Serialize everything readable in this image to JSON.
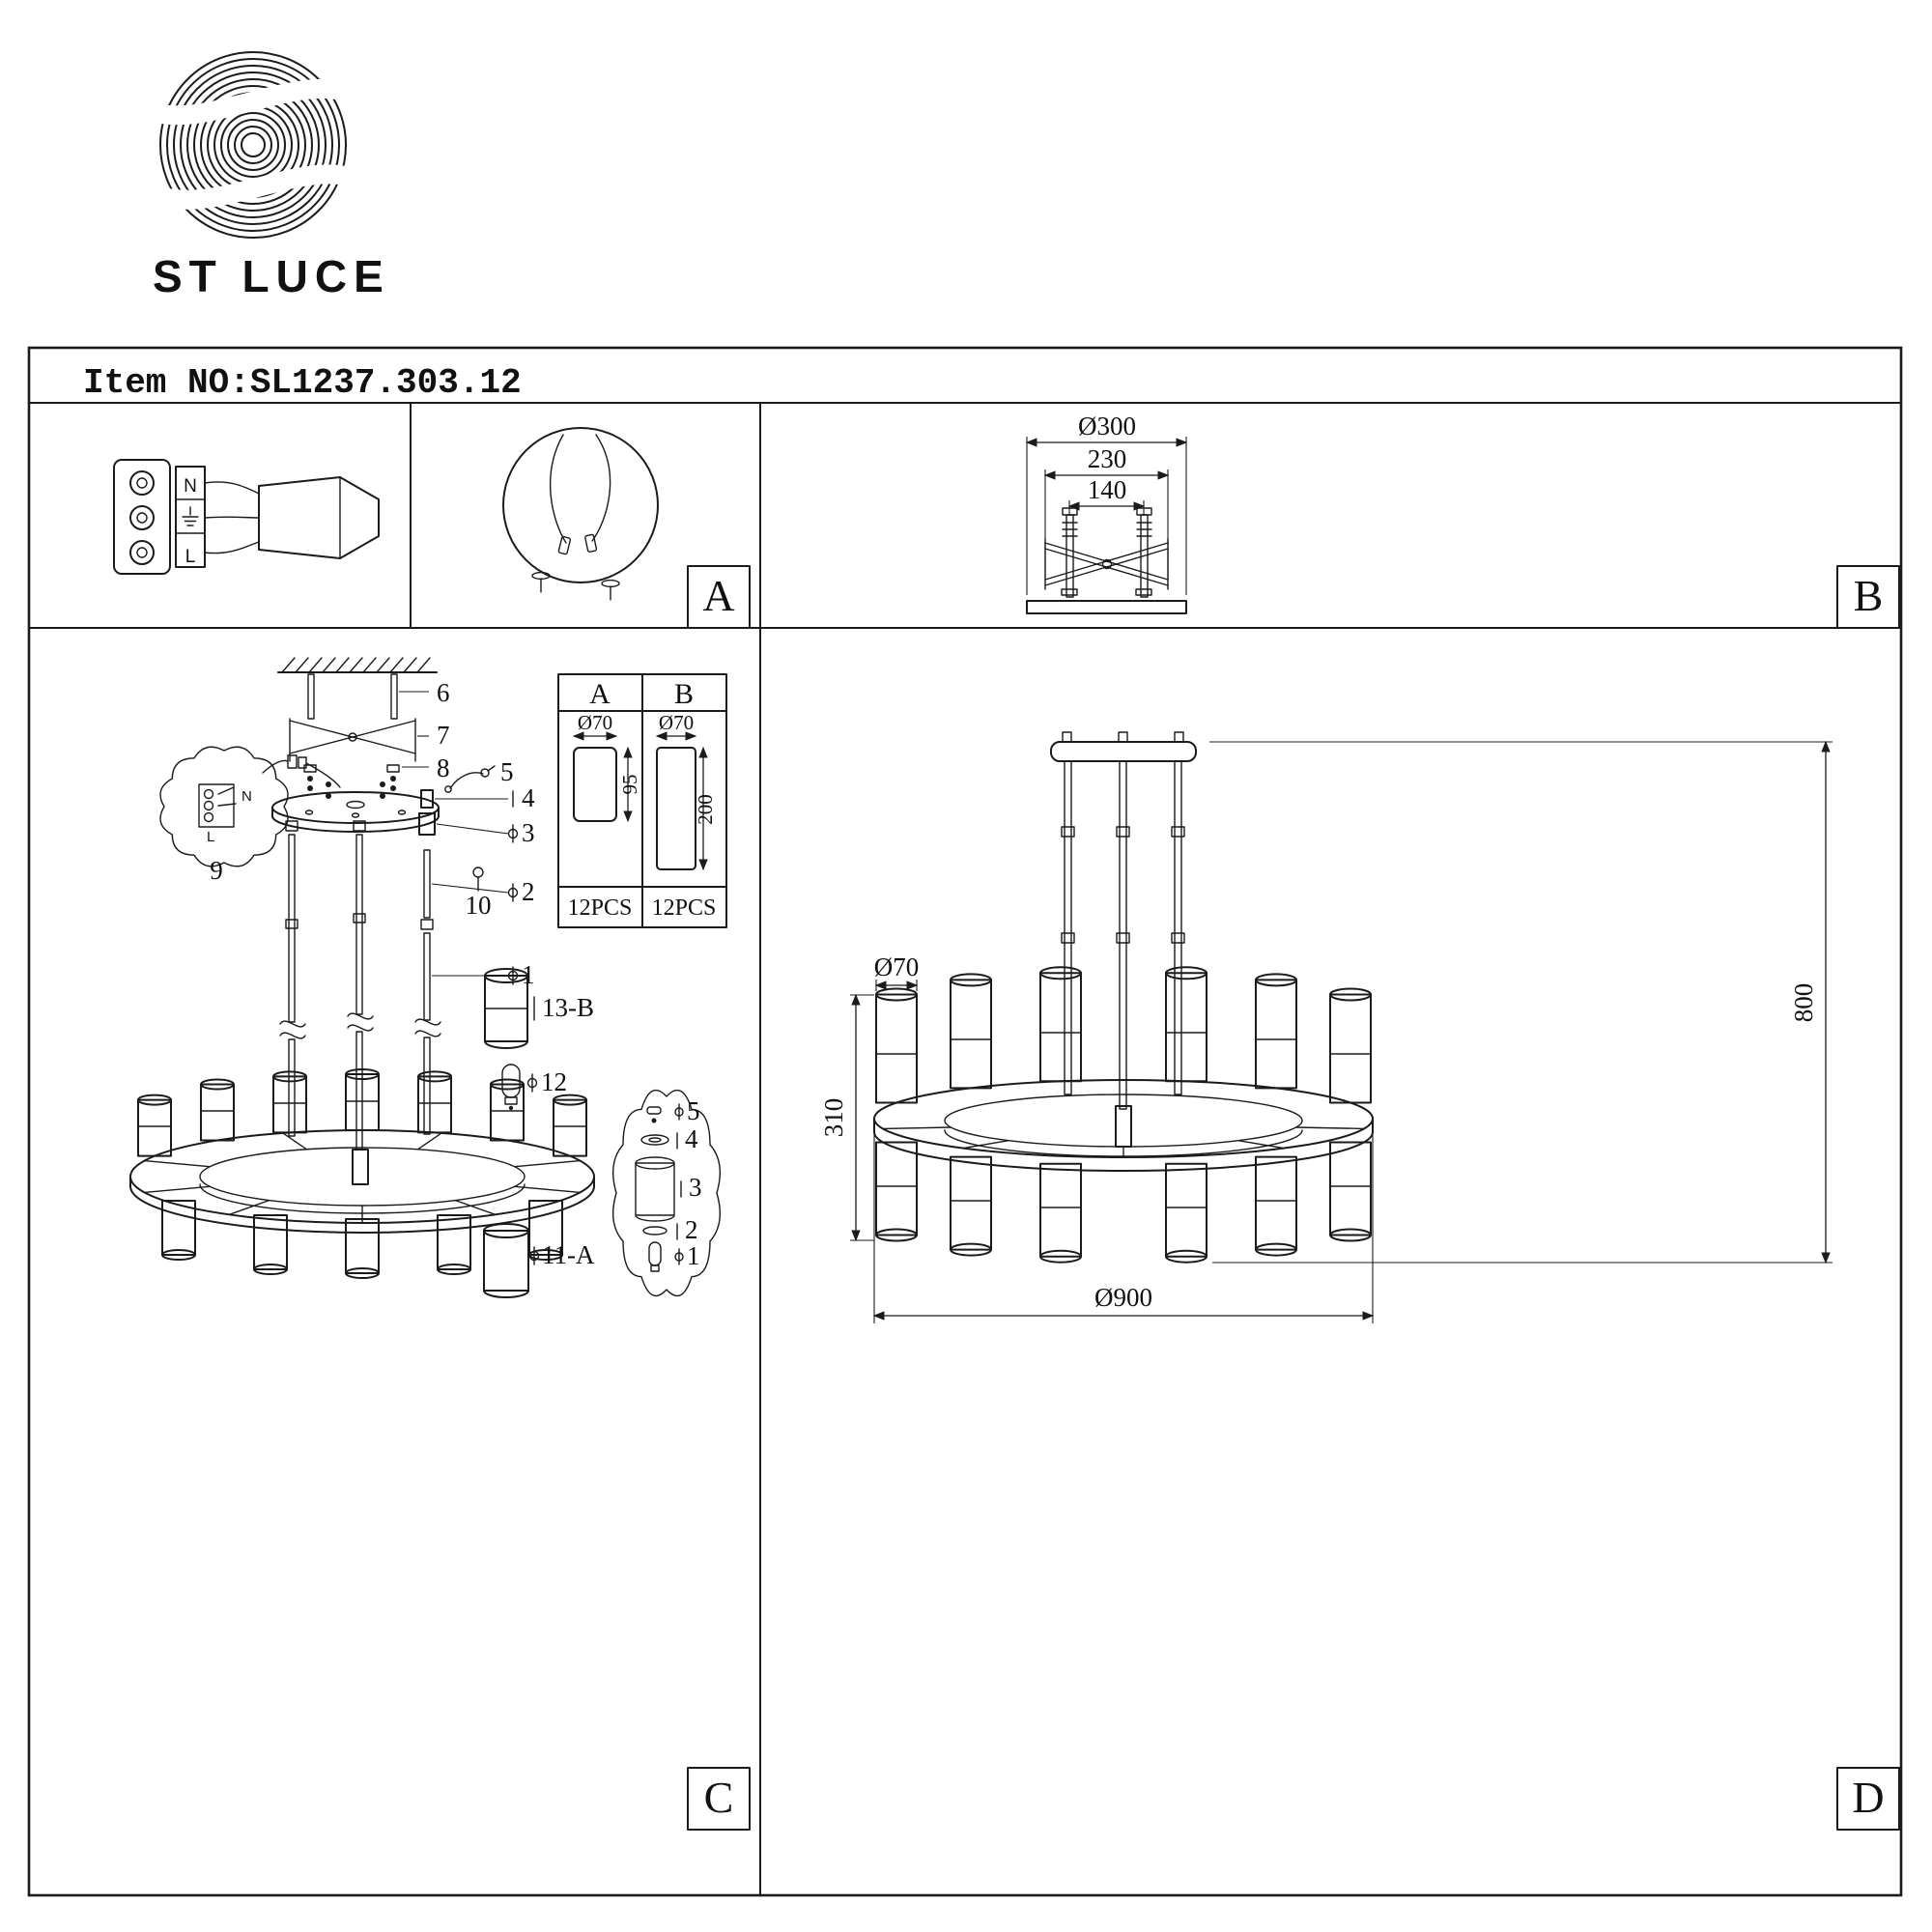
{
  "brand": {
    "name": "ST LUCE"
  },
  "header": {
    "item_no": "Item NO:SL1237.303.12"
  },
  "panels": {
    "a": {
      "label": "A",
      "terminal": {
        "n": "N",
        "l": "L"
      }
    },
    "b": {
      "label": "B",
      "dims": {
        "plate": "Ø300",
        "outer": "230",
        "inner": "140"
      }
    },
    "c": {
      "label": "C",
      "parts": {
        "p1": "1",
        "p2": "2",
        "p3": "3",
        "p4": "4",
        "p5": "5",
        "p6": "6",
        "p7": "7",
        "p8": "8",
        "p9": "9",
        "p10": "10",
        "p12": "12",
        "p13b": "13-B",
        "p11a": "11-A"
      },
      "wiring": {
        "l": "L",
        "n": "N"
      },
      "detail": {
        "d5": "5",
        "d4": "4",
        "d3": "3",
        "d2": "2",
        "d1": "1"
      },
      "table": {
        "col_a": "A",
        "col_b": "B",
        "a_diameter": "Ø70",
        "a_height": "95",
        "a_qty": "12PCS",
        "b_diameter": "Ø70",
        "b_height": "200",
        "b_qty": "12PCS"
      }
    },
    "d": {
      "label": "D",
      "dims": {
        "tube": "Ø70",
        "body": "310",
        "total": "800",
        "diameter": "Ø900"
      }
    }
  }
}
